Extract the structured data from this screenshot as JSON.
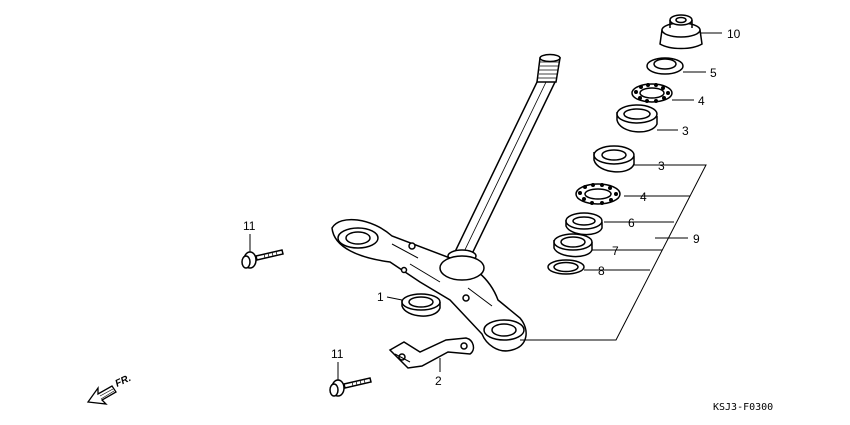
{
  "diagram": {
    "diagram_code": "KSJ3-F0300",
    "direction_label": "FR.",
    "callouts": [
      {
        "id": "10",
        "part": "stem-nut"
      },
      {
        "id": "5",
        "part": "dust-seal-top"
      },
      {
        "id": "4",
        "part": "ball-race-upper"
      },
      {
        "id": "3",
        "part": "bearing-cone-upper"
      },
      {
        "id": "3",
        "part": "bearing-cup"
      },
      {
        "id": "4",
        "part": "ball-race-lower"
      },
      {
        "id": "6",
        "part": "inner-race"
      },
      {
        "id": "7",
        "part": "dust-seal"
      },
      {
        "id": "8",
        "part": "washer"
      },
      {
        "id": "9",
        "part": "steering-stem-set"
      },
      {
        "id": "11",
        "part": "bolt-upper"
      },
      {
        "id": "1",
        "part": "bottom-seal"
      },
      {
        "id": "11",
        "part": "bolt-lower"
      },
      {
        "id": "2",
        "part": "bracket"
      }
    ]
  }
}
